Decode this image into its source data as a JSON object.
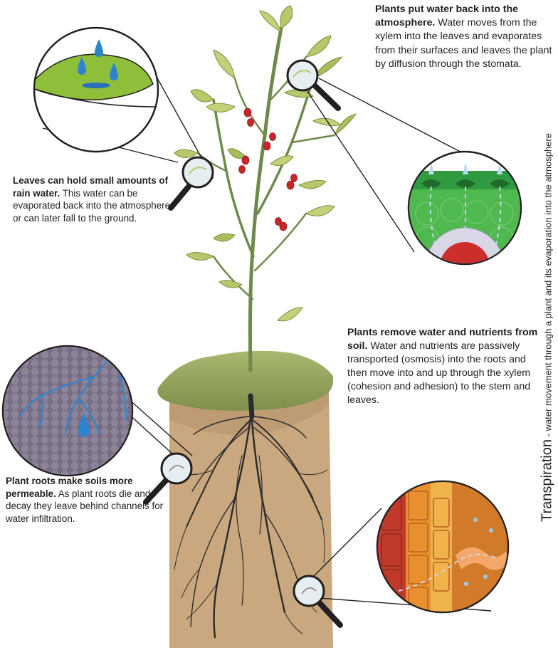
{
  "atmosphere_note": {
    "heading": "Plants put water back into the atmosphere.",
    "body": "Water moves from the xylem into the leaves and evaporates from their surfaces and leaves the plant by diffusion through the stomata."
  },
  "rain_note": {
    "heading": "Leaves can hold small amounts of rain water.",
    "body": "This water can be evaporated back into the atmosphere or can later fall to the ground."
  },
  "soil_note": {
    "heading": "Plants remove water and nutrients from soil.",
    "body": "Water and nutrients are passively transported (osmosis) into the roots and then move into and up through the xylem (cohesion and adhesion) to the stem and leaves."
  },
  "roots_note": {
    "heading": "Plant roots make soils more permeable.",
    "body": "As plant roots die and decay they leave behind channels for water infiltration."
  },
  "side_title": {
    "term": "Transpiration",
    "definition": " - water movement through a plant and its evaporation into the atmosphere"
  },
  "colors": {
    "leaf": "#b5c96a",
    "leaf_dark": "#8ea64a",
    "stem": "#6d8a4a",
    "berry": "#c8262a",
    "soil_top": "#8c9e5a",
    "soil_body": "#c9a77f",
    "root": "#2b2b2b",
    "water": "#3d8fd1",
    "xylem_red": "#c0392b",
    "xylem_orange": "#e0872a"
  },
  "icons": [
    "magnifier-icon",
    "water-drop-icon"
  ]
}
